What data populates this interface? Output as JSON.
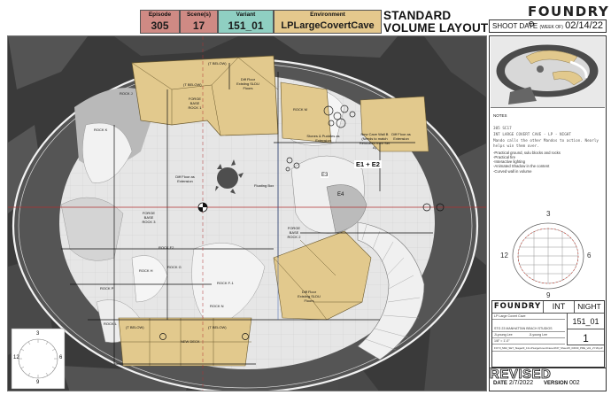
{
  "header": {
    "episode_label": "Episode",
    "episode": "305",
    "scene_label": "Scene(s)",
    "scene": "17",
    "variant_label": "Variant",
    "variant": "151_01",
    "environment_label": "Environment",
    "environment": "LPLargeCovertCave",
    "title_line1": "STANDARD",
    "title_line2": "VOLUME LAYOUT",
    "brand": "FOUNDRY",
    "shoot_date_label": "SHOOT DATE",
    "shoot_date_week": "(WEEK OF)",
    "shoot_date": "02/14/22",
    "colors": {
      "episode_bg": "#cf8a84",
      "variant_bg": "#8fcfc2",
      "environment_bg": "#e4c88d",
      "highlight_yellow": "#e2c98d"
    }
  },
  "plan": {
    "labels": {
      "rock_j": "ROCK J",
      "rock_k": "ROCK K",
      "rock_m": "ROCK M",
      "rock_l": "ROCK L",
      "rock_f1": "ROCK F-1",
      "rock_f2": "ROCK F2",
      "rock_g": "ROCK G",
      "rock_h": "ROCK H",
      "rock_n": "ROCK N",
      "rock_p": "ROCK P",
      "rock_e1e2": "E1 + E2",
      "rock_e3": "E3",
      "rock_e4": "E4",
      "forge_base_1": "FORGE BASE ROCK 1",
      "forge_base_2": "FORGE BASE ROCK 2",
      "forge_base_3": "FORGE BASE ROCK 3",
      "t_below_a": "(T BELOW)",
      "t_below_b": "(T BELOW)",
      "t_below_c": "(T BELOW)",
      "t_below_d": "(T BELOW)",
      "diff_floor_1": "Diff Floor Existing SLDU Floors",
      "diff_floor_2": "Diff Floor as Extension",
      "diff_floor_3": "Diff Floor as Extension",
      "diff_floor_4": "Diff Floor Existing SLDU Floors",
      "stones_puddles": "Stones & Puddles as Extension",
      "new_cave_wall": "New Cave Wall B (Needs to match Relocated from Set A)",
      "floating_box": "Floating Box",
      "newel_block": "NEW DECK"
    }
  },
  "side": {
    "notes_title": "NOTES",
    "note_ref": "305 SC17",
    "note_line": "INT LARGE COVERT CAVE - LP - NIGHT",
    "note_action": "Mando calls the other Mandos to action. Nearly helps win them over.",
    "bullets": [
      "-Practical ground, sulu blocks and rocks",
      "-Practical fire",
      "-Interactive lighting",
      "-Animated Shadow in the content",
      "-Curved wall in volume"
    ],
    "compass": {
      "n": "3",
      "e": "6",
      "s": "9",
      "w": "12"
    },
    "mini_compass": {
      "n": "3",
      "e": "6",
      "s": "9",
      "w": "12"
    }
  },
  "titleblock": {
    "brand": "FOUNDRY",
    "int": "INT",
    "night": "NIGHT",
    "variant": "151_01",
    "sheet": "1",
    "rows": [
      "LP Large Covert Cave",
      "",
      "STG 23 MANHATTAN BEACH STUDIOS",
      "Ji-young Lee",
      "1/8\" = 1'-0\"",
      "FOY3_M02_SET_Stage23_13-LPLargeCovertCave-RCP_Sheet15_03030_PRE_v01_2Y18.pdf"
    ],
    "drawn_by_label": "Ji-young Lee"
  },
  "revised": {
    "label": "REVISED",
    "date_label": "DATE",
    "date": "2/7/2022",
    "version_label": "VERSION",
    "version": "002"
  }
}
